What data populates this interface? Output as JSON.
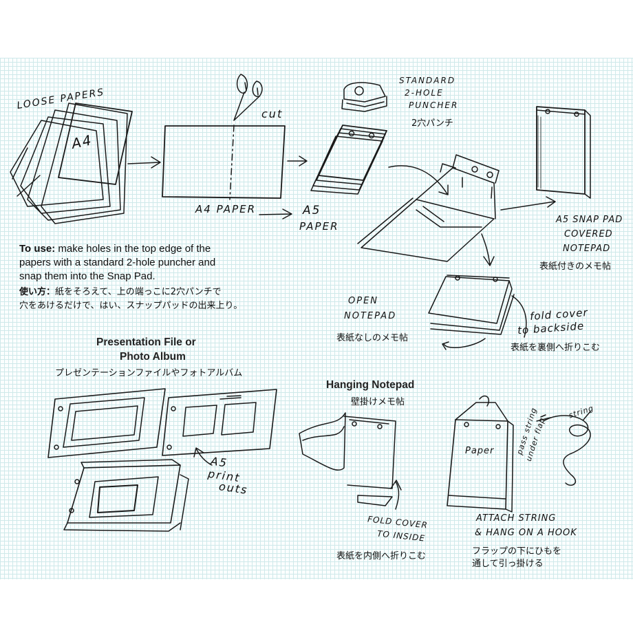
{
  "labels": {
    "loose_papers": "LOOSE PAPERS",
    "a4_sheet": "A4",
    "cut": "cut",
    "a4_paper": "A4 PAPER",
    "a5": "A5",
    "paper": "PAPER",
    "puncher_line1": "STANDARD",
    "puncher_line2": "2-HOLE",
    "puncher_line3": "PUNCHER",
    "puncher_jp": "2穴パンチ",
    "snap_pad_line1": "A5 SNAP PAD",
    "snap_pad_line2": "COVERED",
    "snap_pad_line3": "NOTEPAD",
    "snap_pad_jp": "表紙付きのメモ帖",
    "open_line1": "OPEN",
    "open_line2": "NOTEPAD",
    "open_jp": "表紙なしのメモ帖",
    "fold_back_line1": "fold cover",
    "fold_back_line2": "to backside",
    "fold_back_jp": "表紙を裏側へ折りこむ",
    "a5_print_line1": "A5",
    "a5_print_line2": "print",
    "a5_print_line3": "outs",
    "fold_inside_line1": "FOLD COVER",
    "fold_inside_line2": "TO INSIDE",
    "fold_inside_jp": "表紙を内側へ折りこむ",
    "paper_small": "Paper",
    "pass_string_line1": "pass string",
    "pass_string_line2": "under flap",
    "string": "string",
    "attach_line1": "ATTACH STRING",
    "attach_line2": "& HANG ON A HOOK",
    "attach_jp_line1": "フラップの下にひもを",
    "attach_jp_line2": "通して引っ掛ける"
  },
  "instructions": {
    "lead": "To use:",
    "line1_rest": " make holes in the top edge of the",
    "line2": "papers with a standard 2-hole puncher and",
    "line3": "snap them into the Snap Pad.",
    "jp_lead": "使い方：",
    "jp_line1_rest": "紙をそろえて、上の端っこに2穴パンチで",
    "jp_line2": "穴をあけるだけで、はい、スナップパッドの出来上り。"
  },
  "sections": {
    "presentation_title_line1": "Presentation File or",
    "presentation_title_line2": "Photo Album",
    "presentation_jp": "プレゼンテーションファイルやフォトアルバム",
    "hanging_title": "Hanging Notepad",
    "hanging_jp": "壁掛けメモ帖"
  },
  "colors": {
    "grid_line": "#cfe9ea",
    "ink": "#111111"
  }
}
